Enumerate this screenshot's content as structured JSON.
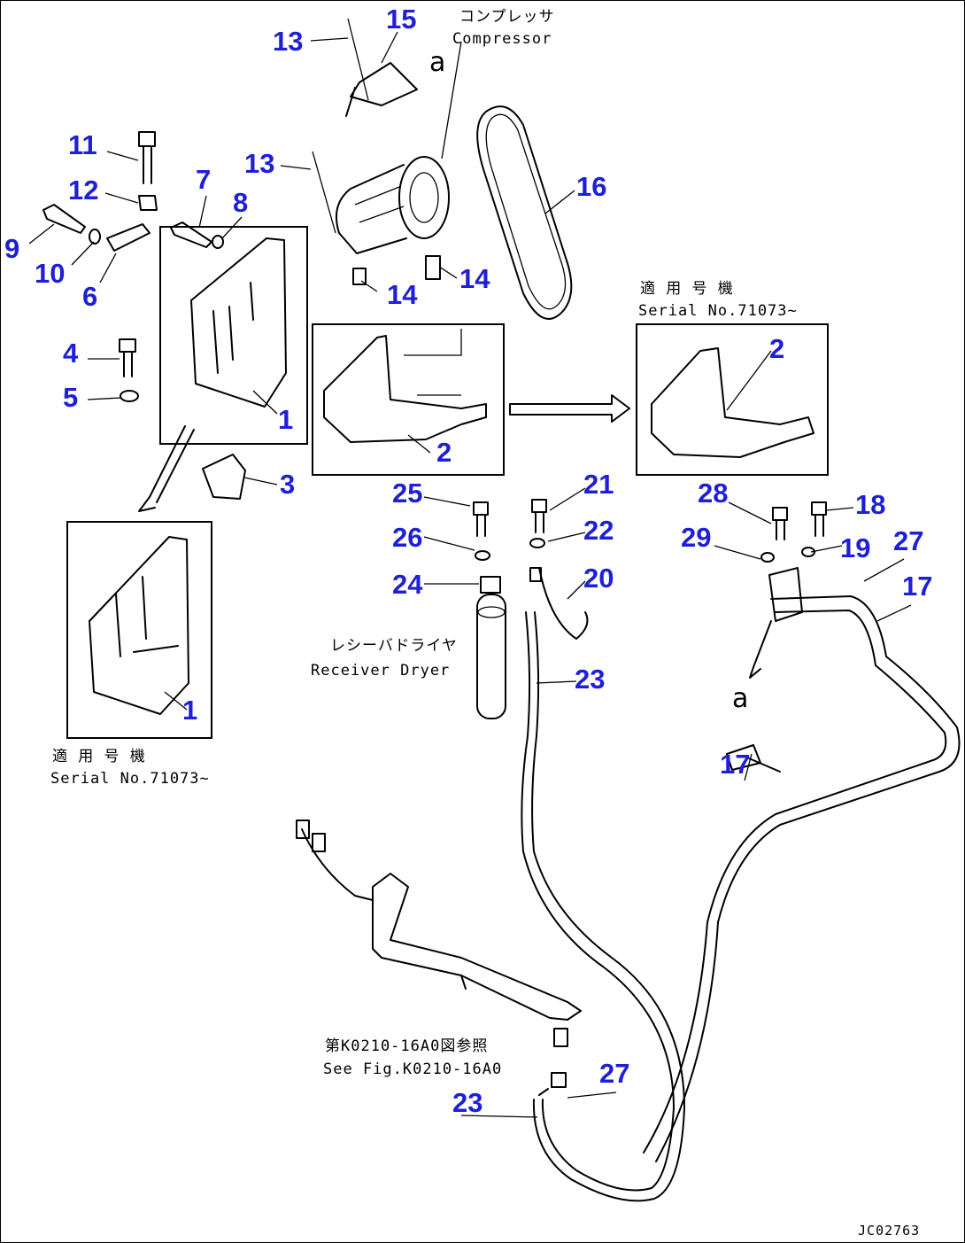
{
  "diagram": {
    "drawing_code": "JC02763",
    "callouts": {
      "c13a": "13",
      "c15": "15",
      "c11": "11",
      "c13b": "13",
      "c7": "7",
      "c8": "8",
      "c12": "12",
      "c9": "9",
      "c10": "10",
      "c6": "6",
      "c14a": "14",
      "c14b": "14",
      "c16": "16",
      "c4": "4",
      "c5": "5",
      "c1a": "1",
      "c2a": "2",
      "c2b": "2",
      "c3": "3",
      "c1b": "1",
      "c25": "25",
      "c21": "21",
      "c26": "26",
      "c22": "22",
      "c24": "24",
      "c20": "20",
      "c23a": "23",
      "c28": "28",
      "c18": "18",
      "c29": "29",
      "c19": "19",
      "c27a": "27",
      "c17a": "17",
      "c17b": "17",
      "c27b": "27",
      "c23b": "23"
    },
    "annotations": {
      "compressor_jp": "コンプレッサ",
      "compressor_en": "Compressor",
      "serial_box2_jp": "適 用 号 機",
      "serial_box2_en": "Serial No.71073~",
      "serial_box1_jp": "適 用 号 機",
      "serial_box1_en": "Serial No.71073~",
      "receiver_jp": "レシーバドライヤ",
      "receiver_en": "Receiver Dryer",
      "see_fig_jp": "第K0210-16A0図参照",
      "see_fig_en": "See Fig.K0210-16A0",
      "ref_a1": "a",
      "ref_a2": "a"
    }
  }
}
